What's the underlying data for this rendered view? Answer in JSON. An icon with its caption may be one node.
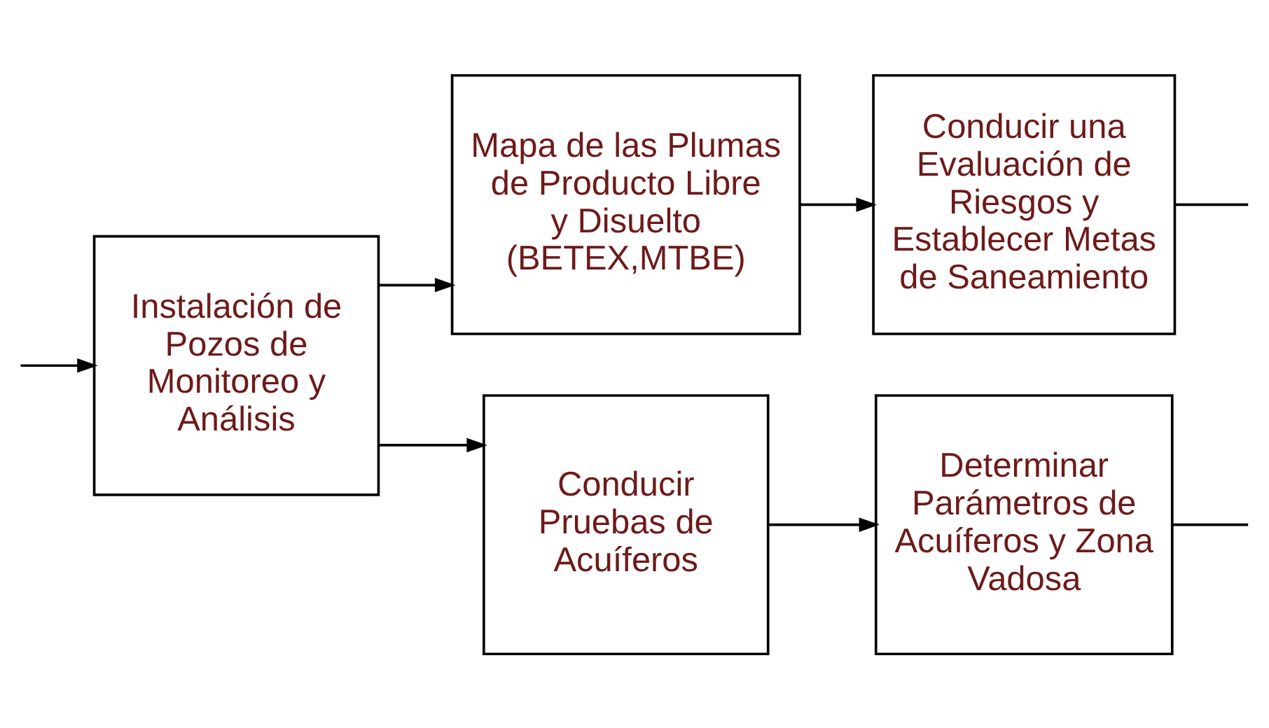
{
  "diagram": {
    "nodes": [
      {
        "text": [
          "Instalación de Pozos de Monitoreo y Análisis"
        ]
      },
      {
        "text": [
          "Mapa de las Plumas de Producto Libre y Disuelto (BETEX,MTBE)"
        ]
      },
      {
        "text": [
          "Conducir una Evaluación de Riesgos y Establecer Metas de Saneamiento"
        ]
      },
      {
        "text": [
          "Conducir Pruebas de Acuíferos"
        ]
      },
      {
        "text": [
          "Determinar Parámetros de Acuíferos y Zona Vadosa"
        ]
      }
    ],
    "edges": [
      {
        "from": null,
        "to": 0,
        "arrow": "to"
      },
      {
        "from": 0,
        "to": 1,
        "arrow": "to"
      },
      {
        "from": 1,
        "to": 2,
        "arrow": "to"
      },
      {
        "from": 0,
        "to": 3,
        "arrow": "to"
      },
      {
        "from": 3,
        "to": 4,
        "arrow": "to"
      },
      {
        "from": 2,
        "to": null,
        "arrow": "none"
      },
      {
        "from": 4,
        "to": null,
        "arrow": "none"
      }
    ]
  }
}
